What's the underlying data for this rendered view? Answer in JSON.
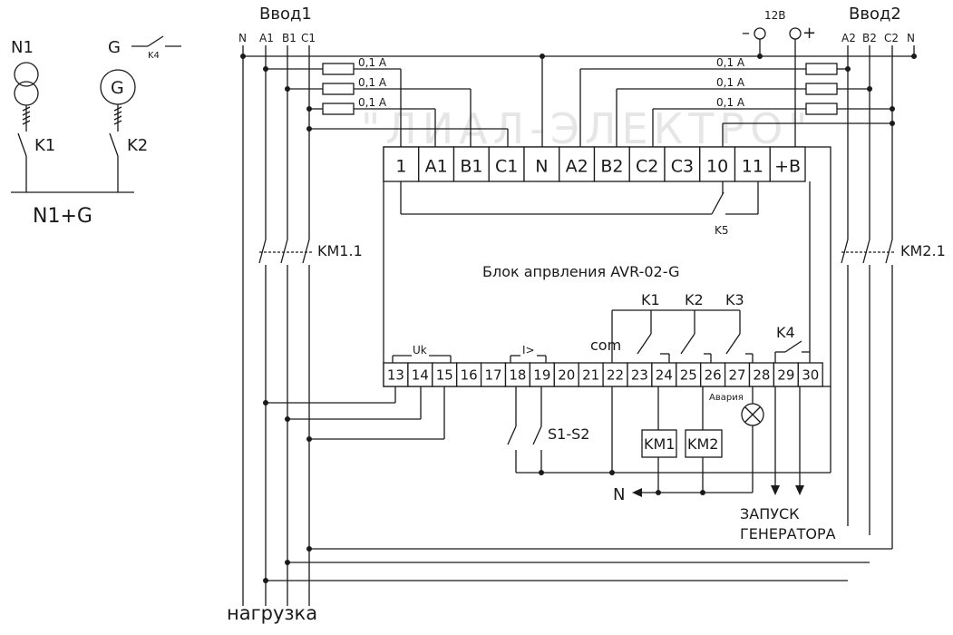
{
  "watermark": "\"ЛИАЛ-ЭЛЕКТРО\"",
  "left_scheme": {
    "n1": "N1",
    "g": "G",
    "k4": "K4",
    "k1": "K1",
    "k2": "K2",
    "bus": "N1+G"
  },
  "inputs": {
    "vvod1": "Ввод1",
    "vvod1_lines": [
      "N",
      "A1",
      "B1",
      "C1"
    ],
    "vvod2": "Ввод2",
    "vvod2_lines": [
      "A2",
      "B2",
      "C2",
      "N"
    ],
    "supply": "12В",
    "minus": "–",
    "plus": "+"
  },
  "fuses": [
    "0,1 A",
    "0,1 A",
    "0,1 A",
    "0,1 A",
    "0,1 A",
    "0,1 A"
  ],
  "top_terminals": [
    "1",
    "A1",
    "B1",
    "C1",
    "N",
    "A2",
    "B2",
    "C2",
    "C3",
    "10",
    "11",
    "+B"
  ],
  "bottom_terminals": [
    "13",
    "14",
    "15",
    "16",
    "17",
    "18",
    "19",
    "20",
    "21",
    "22",
    "23",
    "24",
    "25",
    "26",
    "27",
    "28",
    "29",
    "30"
  ],
  "device_title": "Блок апрвления AVR-02-G",
  "labels": {
    "k5": "K5",
    "km11": "KM1.1",
    "km21": "KM2.1",
    "uk": "Uk",
    "i_gt": "I>",
    "com": "com",
    "k1": "K1",
    "k2": "K2",
    "k3": "K3",
    "k4": "K4",
    "avaria": "Авария",
    "s1s2": "S1-S2",
    "km1": "KM1",
    "km2": "KM2",
    "n_out": "N",
    "start_gen_1": "ЗАПУСК",
    "start_gen_2": "ГЕНЕРАТОРА",
    "load": "нагрузка"
  }
}
